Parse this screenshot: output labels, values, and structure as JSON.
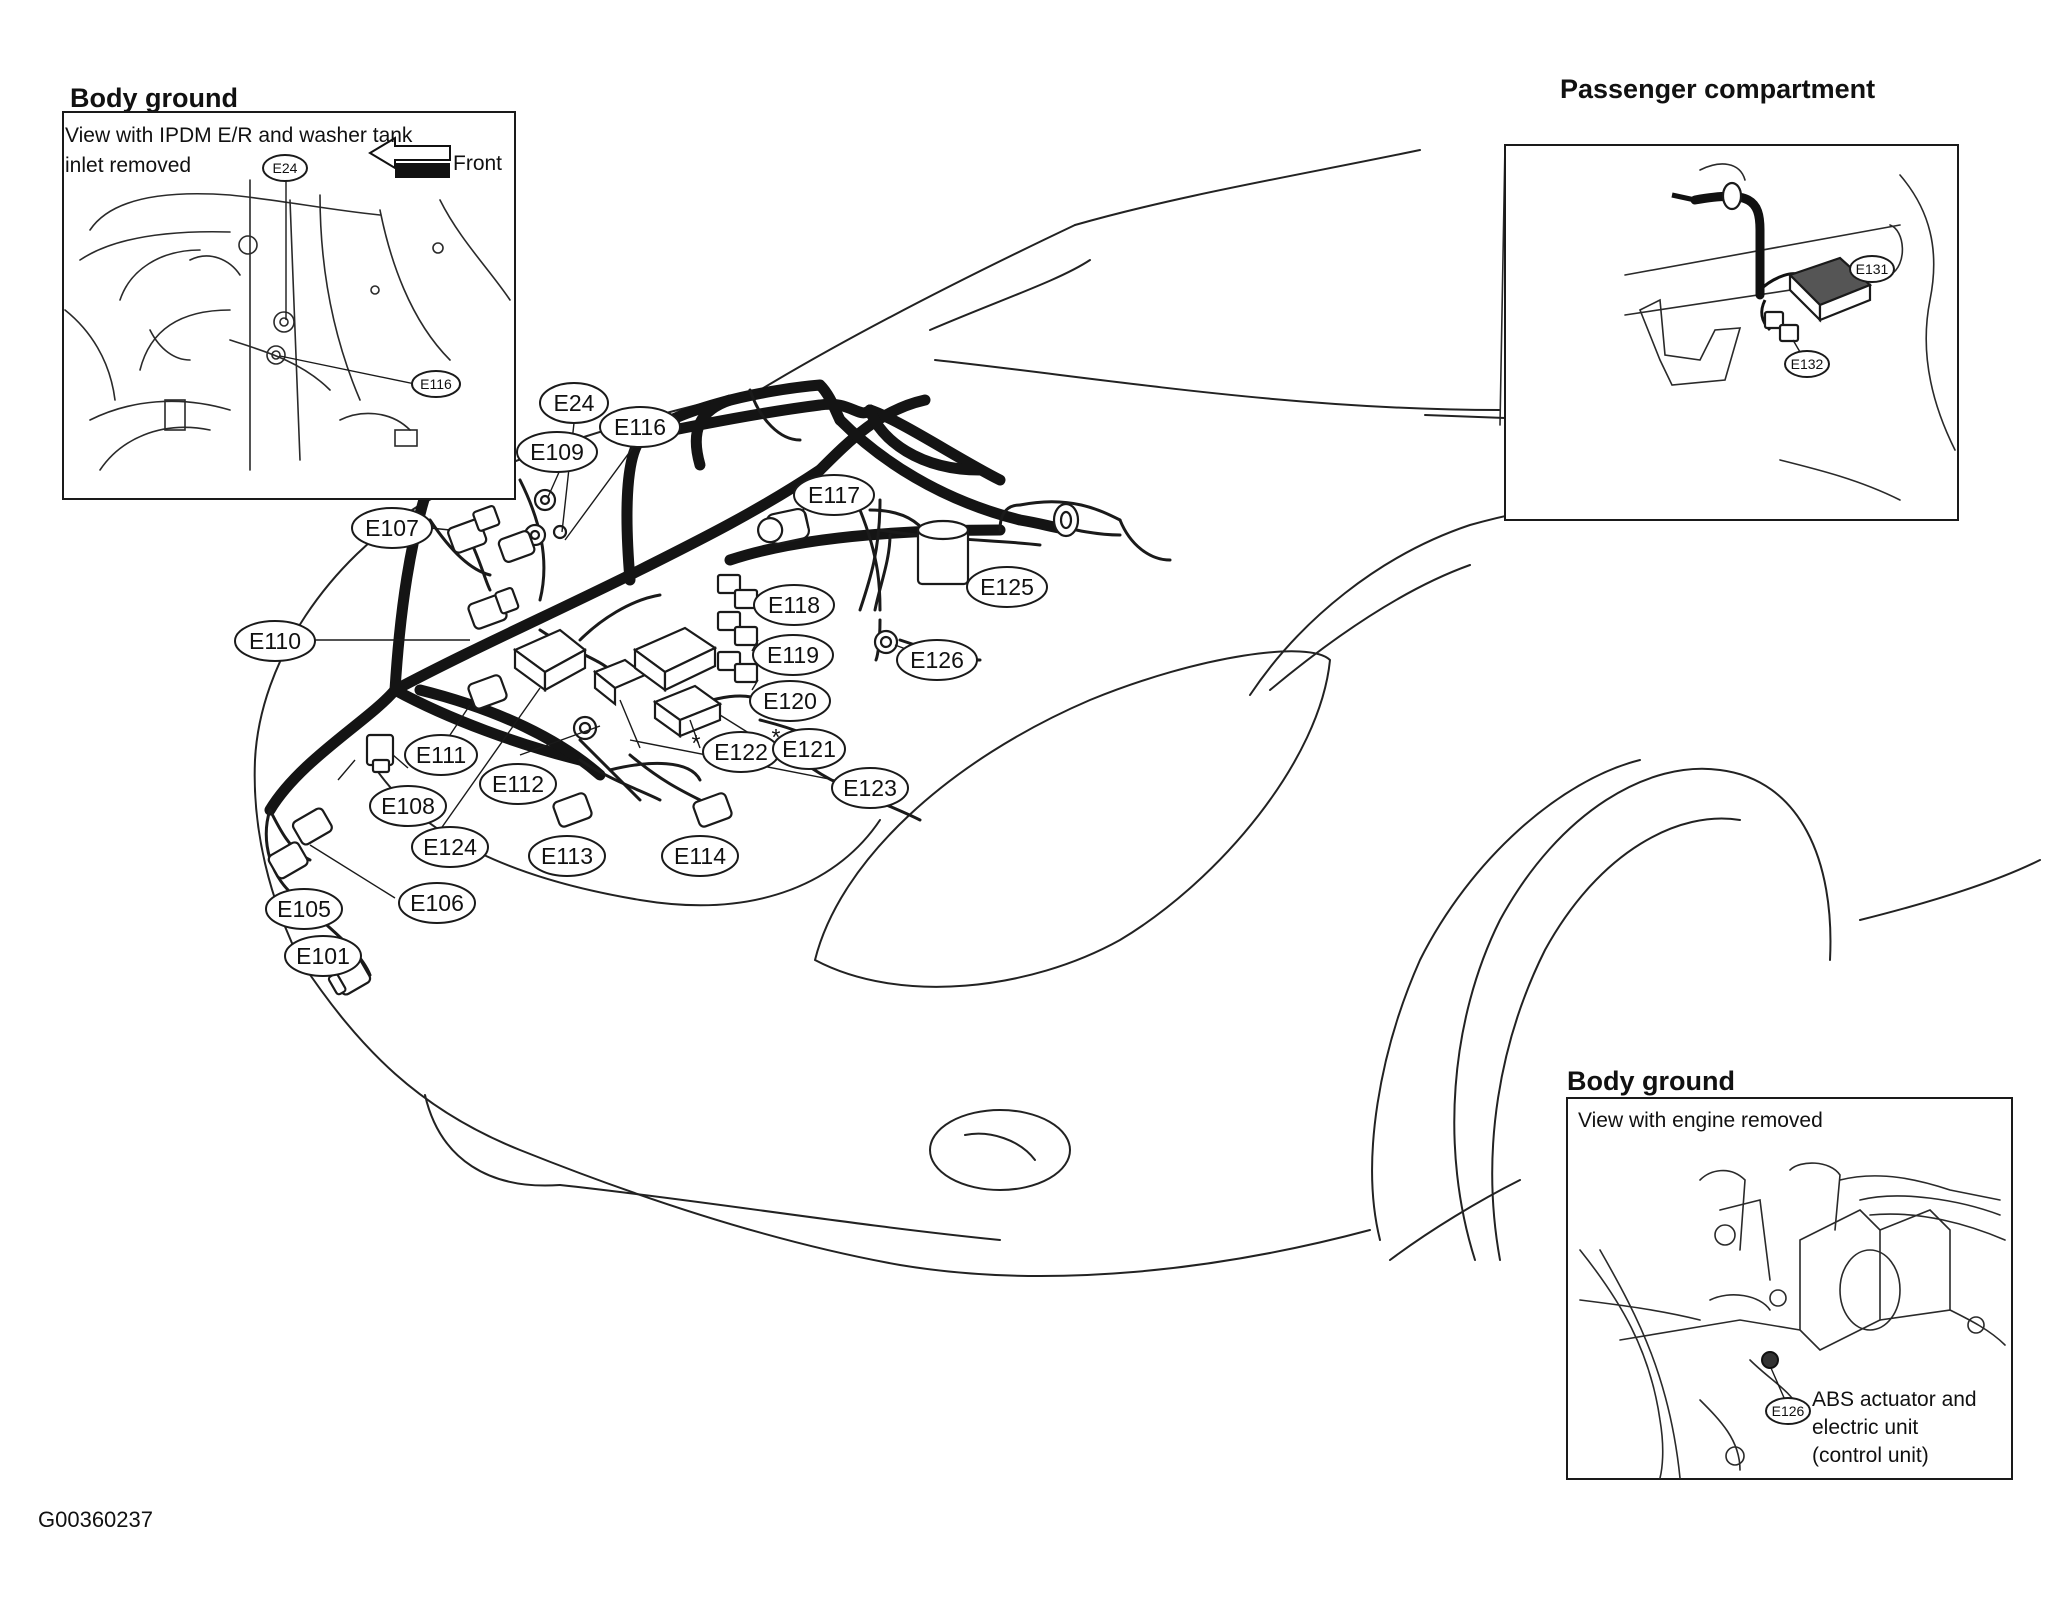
{
  "insets": {
    "body_ground_top": {
      "title": "Body ground",
      "caption_line1": "View with IPDM E/R and washer tank",
      "caption_line2": "inlet removed",
      "direction_label": "Front",
      "callouts": [
        "E24",
        "E116"
      ]
    },
    "passenger_compartment": {
      "title": "Passenger compartment",
      "callouts": [
        "E131",
        "E132"
      ]
    },
    "body_ground_bottom": {
      "title": "Body ground",
      "caption": "View with engine removed",
      "note_line1": "ABS actuator and",
      "note_line2": "electric unit",
      "note_line3": "(control unit)",
      "callouts": [
        "E126"
      ]
    }
  },
  "connectors": [
    {
      "id": "E24",
      "label": "E24"
    },
    {
      "id": "E116",
      "label": "E116"
    },
    {
      "id": "E109",
      "label": "E109"
    },
    {
      "id": "E107",
      "label": "E107"
    },
    {
      "id": "E117",
      "label": "E117"
    },
    {
      "id": "E125",
      "label": "E125"
    },
    {
      "id": "E118",
      "label": "E118"
    },
    {
      "id": "E126",
      "label": "E126"
    },
    {
      "id": "E119",
      "label": "E119"
    },
    {
      "id": "E110",
      "label": "E110"
    },
    {
      "id": "E120",
      "label": "E120"
    },
    {
      "id": "E122",
      "label": "E122",
      "marked": "*"
    },
    {
      "id": "E121",
      "label": "E121",
      "marked": "*"
    },
    {
      "id": "E111",
      "label": "E111"
    },
    {
      "id": "E112",
      "label": "E112"
    },
    {
      "id": "E123",
      "label": "E123"
    },
    {
      "id": "E108",
      "label": "E108"
    },
    {
      "id": "E124",
      "label": "E124"
    },
    {
      "id": "E113",
      "label": "E113"
    },
    {
      "id": "E114",
      "label": "E114"
    },
    {
      "id": "E106",
      "label": "E106"
    },
    {
      "id": "E105",
      "label": "E105"
    },
    {
      "id": "E101",
      "label": "E101"
    }
  ],
  "asterisk": "*",
  "figure_code": "G00360237"
}
